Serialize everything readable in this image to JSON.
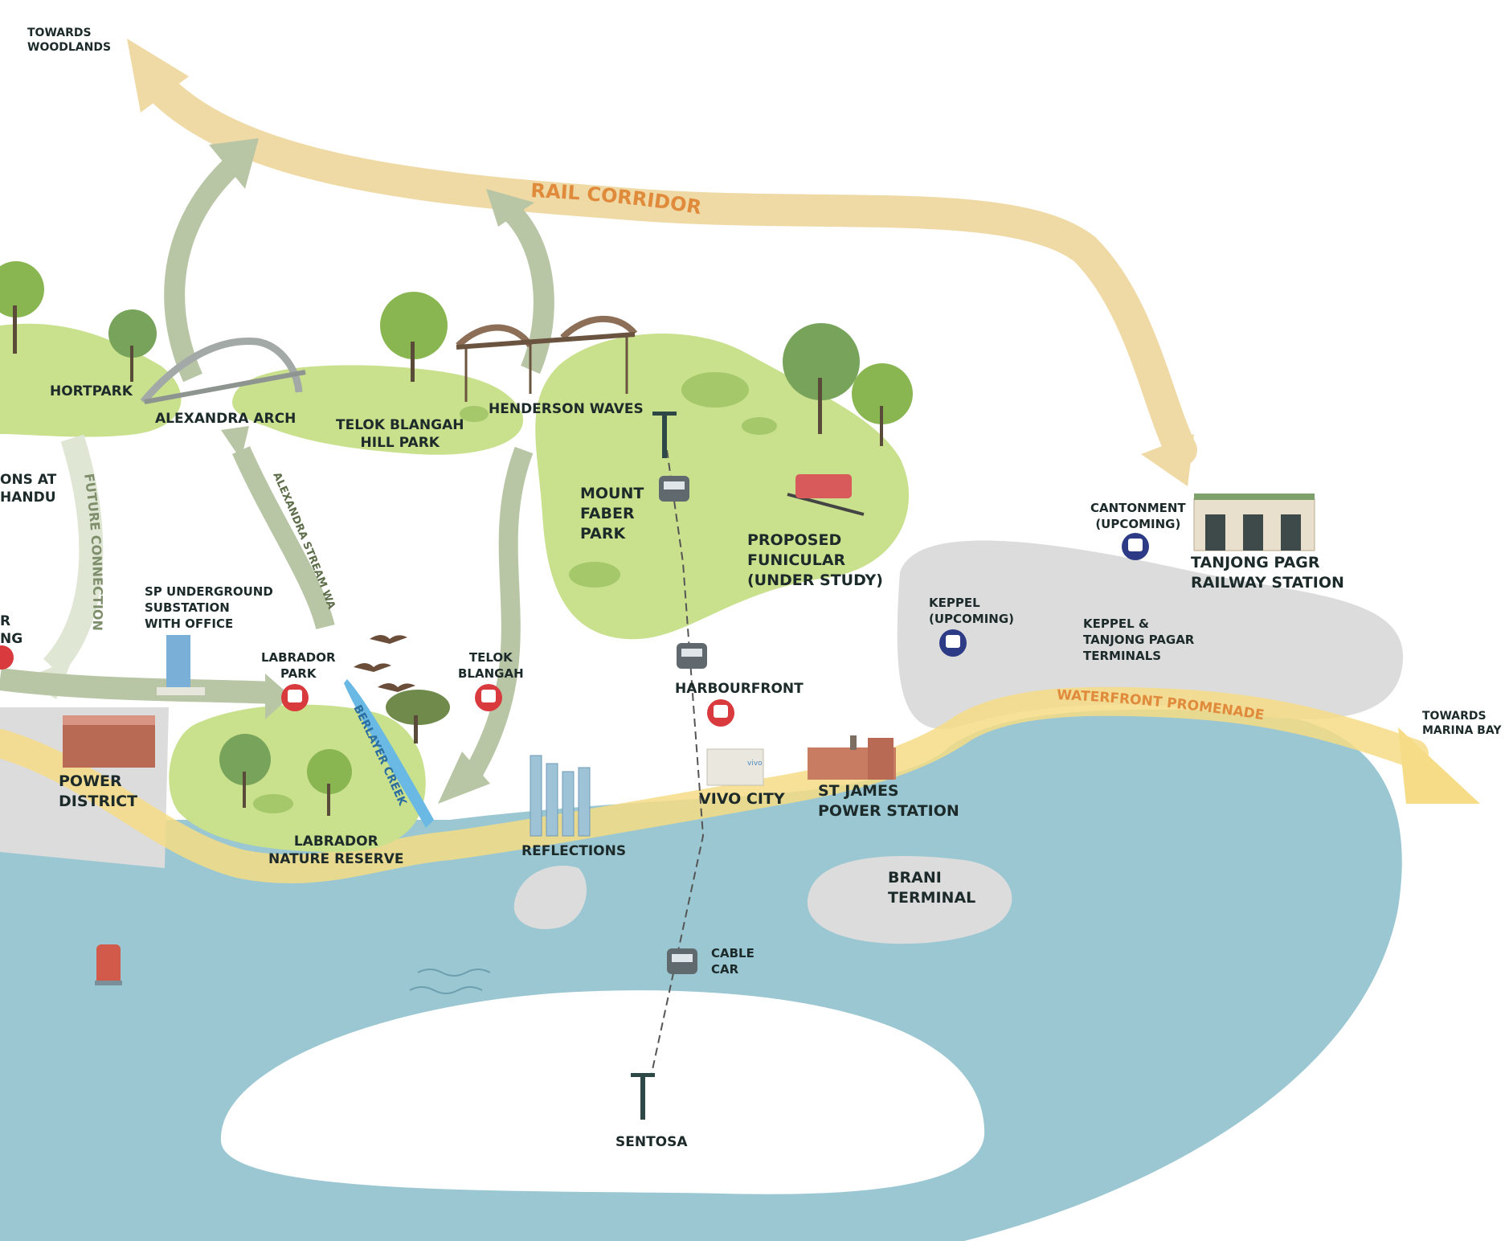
{
  "colors": {
    "sea": "#9ac7d2",
    "park": "#c9e08d",
    "terminal": "#dcdcdc",
    "rail_corridor": "#efd9a4",
    "waterfront": "#f6dc86",
    "connection": "#b9c6a6",
    "route_text": "#e08a3c",
    "creek": "#6ab9e4",
    "mrt_red": "#d83a3e",
    "mrt_blue": "#2d3b86",
    "tree": "#8ab651",
    "cable": "#555555"
  },
  "routes": {
    "rail_corridor": "RAIL CORRIDOR",
    "waterfront_promenade": "WATERFRONT PROMENADE",
    "future_connection": "FUTURE CONNECTION",
    "alexandra_stream_walk": "ALEXANDRA STREAM WALK",
    "berlayer_creek": "BERLAYER CREEK"
  },
  "labels": {
    "towards_woodlands": "TOWARDS\nWOODLANDS",
    "towards_marina_bay": "TOWARDS\nMARINA BAY",
    "hortpark": "HORTPARK",
    "alexandra_arch": "ALEXANDRA ARCH",
    "telok_blangah_hill_park": "TELOK BLANGAH\nHILL PARK",
    "henderson_waves": "HENDERSON WAVES",
    "mount_faber_park": "MOUNT\nFABER\nPARK",
    "proposed_funicular": "PROPOSED\nFUNICULAR\n(UNDER STUDY)",
    "cantonment": "CANTONMENT\n(UPCOMING)",
    "tanjong_pagar_station": "TANJONG PAGR\nRAILWAY STATION",
    "keppel_upcoming": "KEPPEL\n(UPCOMING)",
    "keppel_terminals": "KEPPEL &\nTANJONG PAGAR\nTERMINALS",
    "ons_at_handu": "ONS AT\nHANDU",
    "r_ng": "R\nNG",
    "sp_substation": "SP UNDERGROUND\nSUBSTATION\nWITH OFFICE",
    "labrador_park": "LABRADOR\nPARK",
    "telok_blangah": "TELOK\nBLANGAH",
    "harbourfront": "HARBOURFRONT",
    "power_district": "POWER\nDISTRICT",
    "labrador_nature_reserve": "LABRADOR\nNATURE RESERVE",
    "reflections": "REFLECTIONS",
    "vivo_city": "VIVO CITY",
    "vivo_sign": "vivo",
    "st_james": "ST JAMES\nPOWER STATION",
    "brani_terminal": "BRANI\nTERMINAL",
    "cable_car": "CABLE\nCAR",
    "sentosa": "SENTOSA"
  },
  "icons": {
    "mrt_station": "train-icon",
    "cable_car": "cable-car-icon",
    "tree": "tree-icon",
    "bird": "bird-icon",
    "buoy": "buoy-icon"
  }
}
